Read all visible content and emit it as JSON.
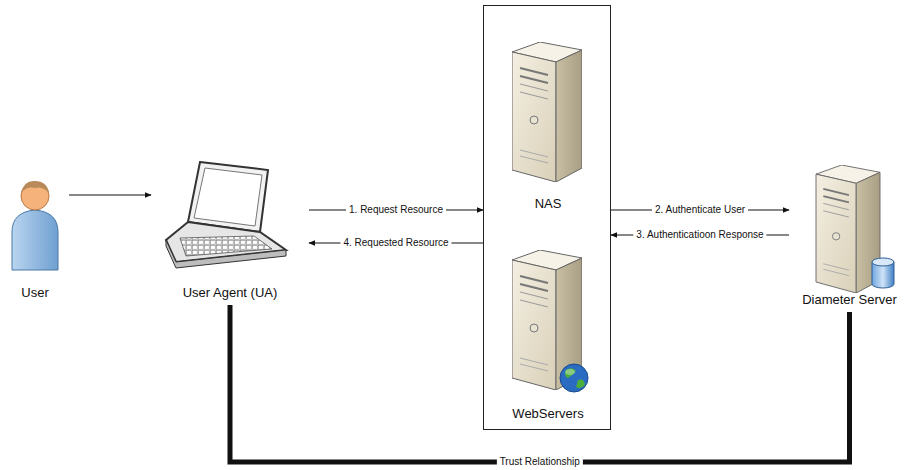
{
  "diagram": {
    "nodes": [
      {
        "text": [
          "User"
        ]
      },
      {
        "text": [
          "User Agent (UA)"
        ]
      },
      {
        "text": []
      },
      {
        "text": [
          "NAS"
        ],
        "in": 2
      },
      {
        "text": [
          "WebServers"
        ],
        "in": 2
      },
      {
        "text": [
          "Diameter Server"
        ]
      }
    ],
    "edges": [
      {
        "from": 0,
        "to": 1,
        "arrow": "to"
      },
      {
        "from": 1,
        "to": 2,
        "label": "1. Request Resource",
        "arrow": "to"
      },
      {
        "from": 2,
        "to": 1,
        "label": "4. Requested Resource",
        "arrow": "to"
      },
      {
        "from": 2,
        "to": 5,
        "label": "2. Authenticate User",
        "arrow": "to"
      },
      {
        "from": 5,
        "to": 2,
        "label": "3. Authenticatioon Response",
        "arrow": "to"
      },
      {
        "from": 1,
        "to": 5,
        "label": "Trust Relationship",
        "arrow": "none"
      }
    ]
  }
}
